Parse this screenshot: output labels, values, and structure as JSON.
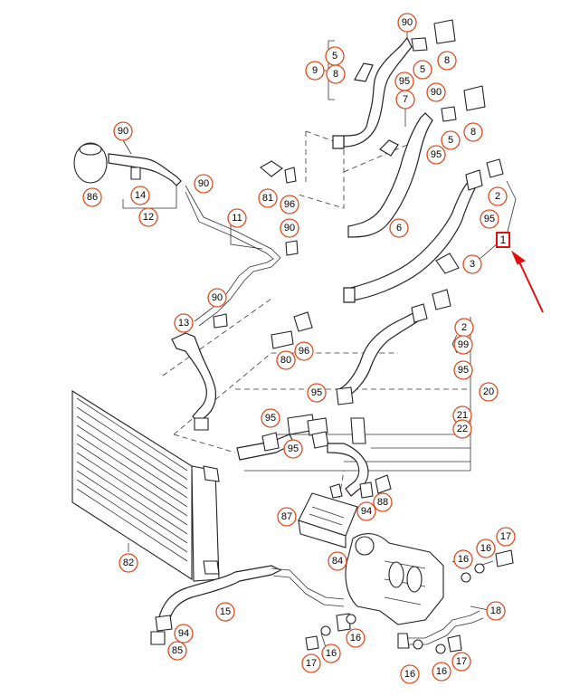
{
  "callouts": {
    "c90a": "90",
    "c5a": "5",
    "c8a": "8",
    "c9": "9",
    "c5b": "5",
    "c8b": "8",
    "c95a": "95",
    "c7": "7",
    "c90b": "90",
    "c5c": "5",
    "c8c": "8",
    "c95b": "95",
    "c90c": "90",
    "c90d": "90",
    "c86": "86",
    "c14": "14",
    "c12": "12",
    "c81": "81",
    "c96a": "96",
    "c11": "11",
    "c90e": "90",
    "c6": "6",
    "c2a": "2",
    "c95c": "95",
    "c1": "1",
    "c3": "3",
    "c90f": "90",
    "c13": "13",
    "c2b": "2",
    "c96b": "96",
    "c80": "80",
    "c99": "99",
    "c95d": "95",
    "c20": "20",
    "c95e": "95",
    "c95f": "95",
    "c95g": "95",
    "c21": "21",
    "c22": "22",
    "c88": "88",
    "c94a": "94",
    "c87": "87",
    "c82": "82",
    "c84": "84",
    "c16a": "16",
    "c16b": "16",
    "c17a": "17",
    "c18": "18",
    "c15": "15",
    "c94b": "94",
    "c85": "85",
    "c17b": "17",
    "c16c": "16",
    "c16d": "16",
    "c16e": "16",
    "c17c": "17",
    "c16f": "16"
  }
}
